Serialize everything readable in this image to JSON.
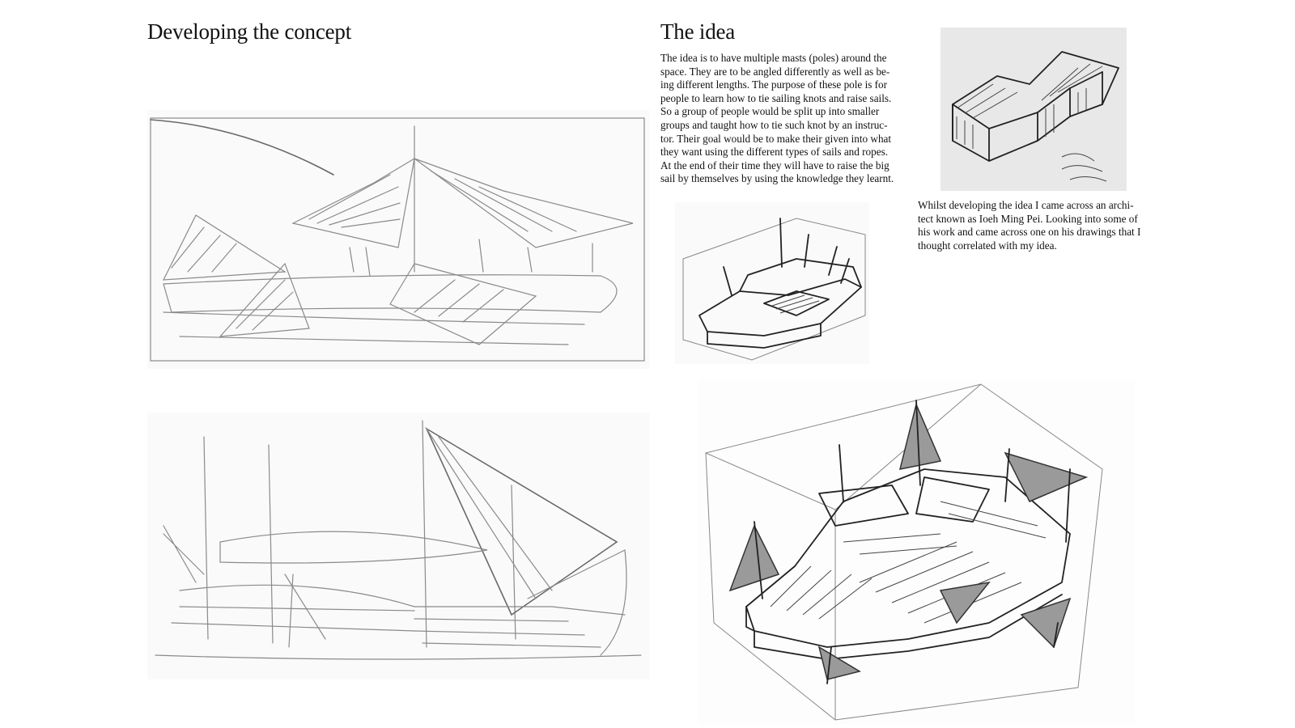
{
  "left": {
    "title": "Developing the concept"
  },
  "right": {
    "title": "The idea",
    "idea_lines": [
      "The idea is to have multiple masts (poles) around the",
      "space. They are to be angled differently as well as be-",
      "ing different lengths. The purpose of these pole is for",
      "people to learn how to tie sailing knots and raise sails.",
      "So a group of people would be split up into smaller",
      "groups and taught how to tie such knot by an instruc-",
      "tor. Their goal would be to make their given into what",
      "they want using the different types of sails and ropes.",
      "At the end of their time they will have to raise the big",
      "sail by themselves by using the knowledge they learnt."
    ],
    "pei_lines": [
      "Whilst developing the idea I came across an archi-",
      "tect known as Ioeh Ming Pei. Looking into some of",
      "his  work and came across one on his drawings that I",
      "thought correlated with my idea."
    ]
  }
}
